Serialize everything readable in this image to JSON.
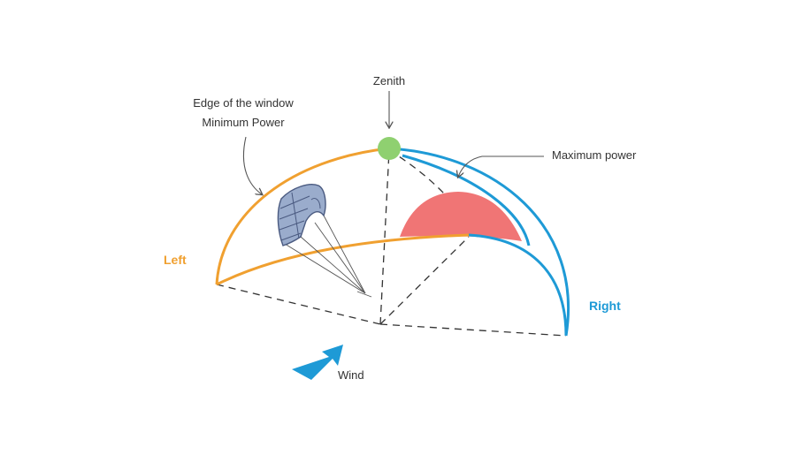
{
  "labels": {
    "zenith": "Zenith",
    "edge_line1": "Edge of the window",
    "edge_line2": "Minimum Power",
    "max_power": "Maximum power",
    "left": "Left",
    "right": "Right",
    "wind": "Wind"
  },
  "colors": {
    "left_edge": "#f0a030",
    "right_edge": "#1e9ad6",
    "zenith_dot": "#8fd070",
    "max_power_zone": "#f07575",
    "kite_fill": "#9aaccc",
    "kite_stroke": "#4a5a80",
    "wind_arrow": "#1e9ad6",
    "dashes": "#333333",
    "text": "#333333"
  },
  "icons": {
    "kite": "kite-icon",
    "wind": "wind-arrow-icon"
  }
}
